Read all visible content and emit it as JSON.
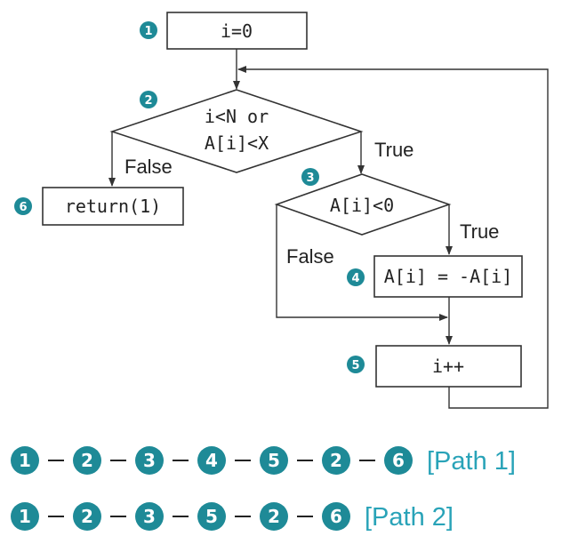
{
  "accent_color": "#1e8a97",
  "nodes": {
    "n1": {
      "number": "1",
      "text": "i=0"
    },
    "n2": {
      "number": "2",
      "line1": "i<N or",
      "line2": "A[i]<X"
    },
    "n3": {
      "number": "3",
      "text": "A[i]<0"
    },
    "n4": {
      "number": "4",
      "text": "A[i] = -A[i]"
    },
    "n5": {
      "number": "5",
      "text": "i++"
    },
    "n6": {
      "number": "6",
      "text": "return(1)"
    }
  },
  "edges": {
    "d2_false": "False",
    "d2_true": "True",
    "d3_false": "False",
    "d3_true": "True"
  },
  "paths": [
    {
      "sequence": [
        "1",
        "2",
        "3",
        "4",
        "5",
        "2",
        "6"
      ],
      "label": "[Path 1]"
    },
    {
      "sequence": [
        "1",
        "2",
        "3",
        "5",
        "2",
        "6"
      ],
      "label": "[Path 2]"
    }
  ]
}
